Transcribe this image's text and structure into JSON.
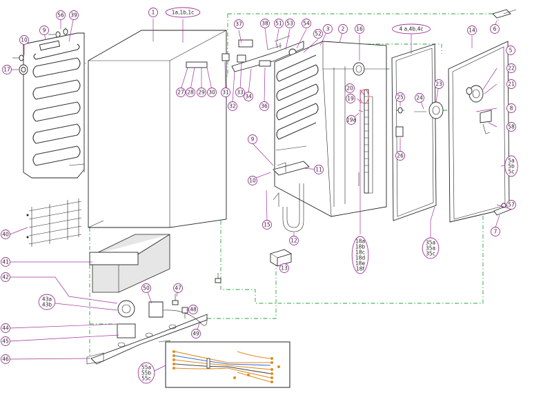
{
  "diagram": {
    "labels": {
      "n1": "1",
      "n1abc": "1a,1b,1c",
      "n2": "2",
      "n3": "3",
      "n4abc": "4 a,4b,4c",
      "n5": "5",
      "n5abc": "5a\n5b\n5c",
      "n6": "6",
      "n7": "7",
      "n8": "8",
      "n9a": "9",
      "n9b": "9",
      "n10a": "10",
      "n10b": "10",
      "n11": "11",
      "n12": "12",
      "n13": "13",
      "n14": "14",
      "n15": "15",
      "n16": "16",
      "n17": "17",
      "n18": "18a\n18b\n18c\n18d\n18e\n18f",
      "n19": "19",
      "n19a": "19a",
      "n20": "20",
      "n21": "21",
      "n22": "22",
      "n23": "23",
      "n24": "24",
      "n25": "25",
      "n26": "26",
      "n27": "27",
      "n28": "28",
      "n29": "29",
      "n30": "30",
      "n31": "31",
      "n32": "32",
      "n33": "33",
      "n34": "34",
      "n35": "35a\n35a\n35c",
      "n36": "36",
      "n37": "37",
      "n38": "38",
      "n39": "39",
      "n40": "40",
      "n41": "41",
      "n42": "42",
      "n43": "43a\n43b",
      "n44": "44",
      "n45": "45",
      "n46": "46",
      "n47": "47",
      "n48": "48",
      "n49": "49",
      "n50": "50",
      "n51": "51",
      "n52": "52",
      "n53": "53",
      "n54": "54",
      "n55": "55a\n55b\n55c",
      "n56": "56",
      "n57": "57",
      "n58": "58"
    },
    "colors": {
      "leader": "#a0309a",
      "assembly_line": "#27a33a",
      "wire_orange": "#e08a1e",
      "wire_blue": "#3a6fd8",
      "part_stroke": "#222222"
    }
  }
}
